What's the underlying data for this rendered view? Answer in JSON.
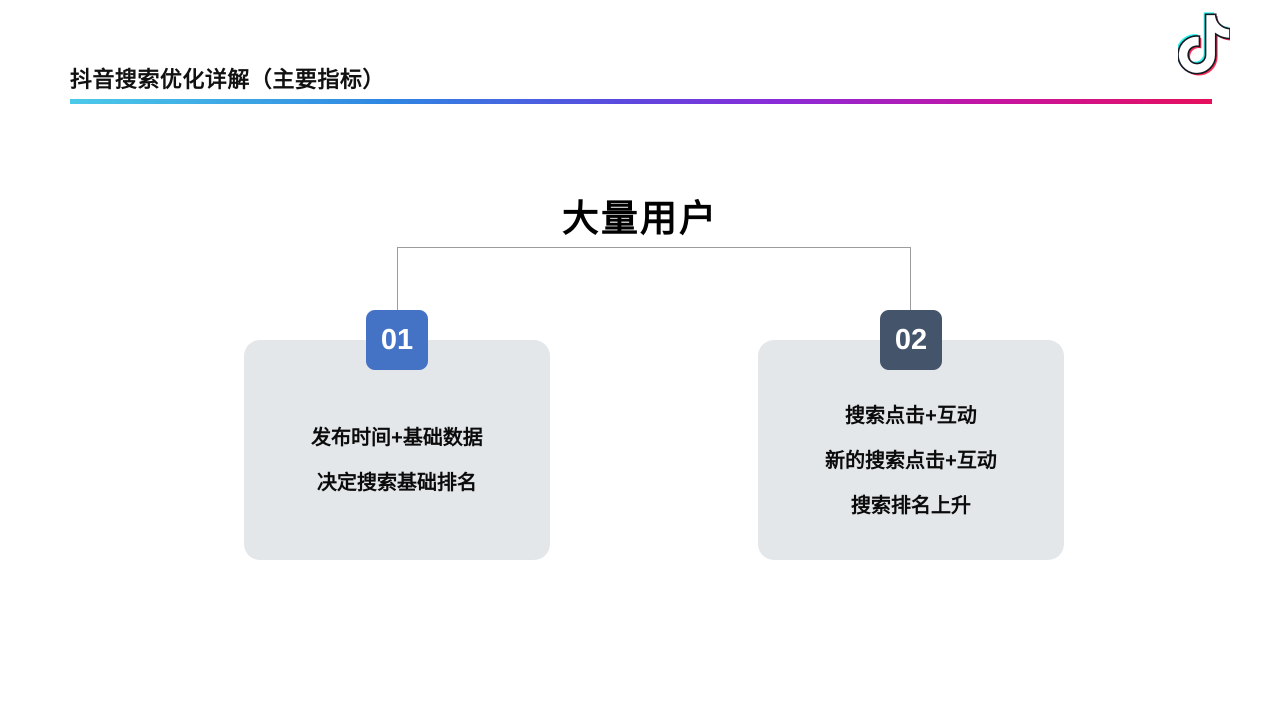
{
  "slide": {
    "title": "抖音搜索优化详解（主要指标）",
    "heading": "大量用户",
    "accent_gradient": [
      "#4cc9e8",
      "#2f86e2",
      "#8a2bd8",
      "#e60f5c"
    ],
    "logo": {
      "name": "douyin-logo",
      "cyan": "#25F4EE",
      "red": "#FE2C55",
      "outline": "#161823"
    },
    "card_background": "#e4e7ea",
    "connector_color": "#9c9c9c",
    "cards": [
      {
        "badge": "01",
        "badge_color": "#4472C4",
        "lines": [
          "发布时间+基础数据",
          "决定搜索基础排名"
        ]
      },
      {
        "badge": "02",
        "badge_color": "#44546A",
        "lines": [
          "搜索点击+互动",
          "新的搜索点击+互动",
          "搜索排名上升"
        ]
      }
    ]
  }
}
